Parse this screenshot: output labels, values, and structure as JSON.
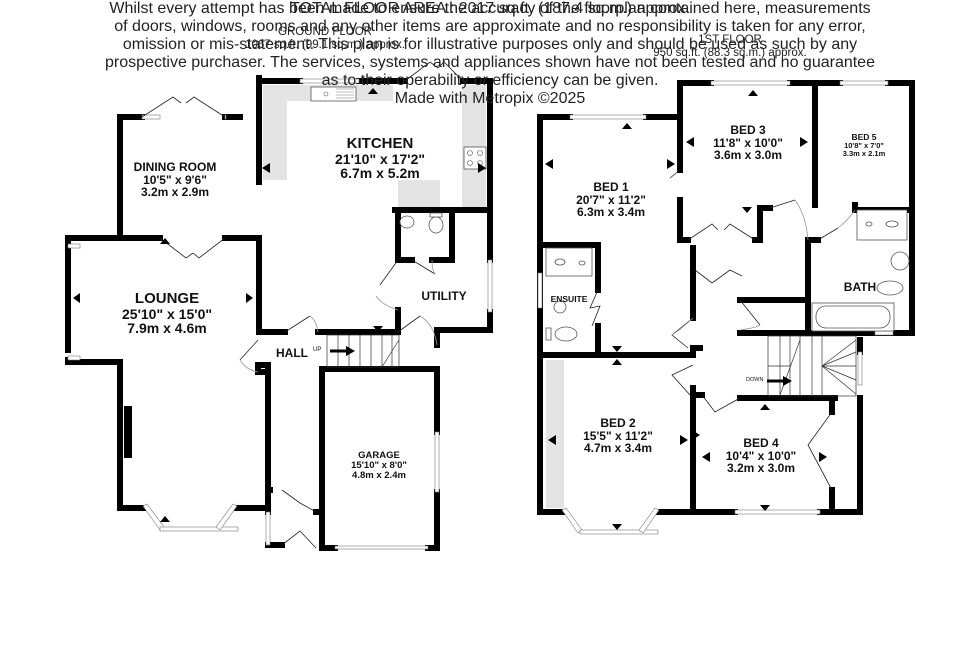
{
  "ground_floor": {
    "title": "GROUND FLOOR",
    "area": "1067 sq.ft. (99.1 sq.m.) approx.",
    "rooms": [
      {
        "name": "DINING ROOM",
        "imperial": "10'5\"  x 9'6\"",
        "metric": "3.2m  x 2.9m"
      },
      {
        "name": "KITCHEN",
        "imperial": "21'10\"  x 17'2\"",
        "metric": "6.7m  x 5.2m"
      },
      {
        "name": "LOUNGE",
        "imperial": "25'10\"  x 15'0\"",
        "metric": "7.9m  x 4.6m"
      },
      {
        "name": "UTILITY"
      },
      {
        "name": "HALL",
        "stair_note": "UP"
      },
      {
        "name": "GARAGE",
        "imperial": "15'10\"  x 8'0\"",
        "metric": "4.8m  x 2.4m"
      }
    ]
  },
  "first_floor": {
    "title": "1ST FLOOR",
    "area": "950 sq.ft. (88.3 sq.m.) approx.",
    "rooms": [
      {
        "name": "BED 1",
        "imperial": "20'7\"  x 11'2\"",
        "metric": "6.3m  x 3.4m"
      },
      {
        "name": "BED 3",
        "imperial": "11'8\"  x 10'0\"",
        "metric": "3.6m  x 3.0m"
      },
      {
        "name": "BED 5",
        "imperial": "10'8\"  x 7'0\"",
        "metric": "3.3m  x 2.1m"
      },
      {
        "name": "ENSUITE"
      },
      {
        "name": "BATH"
      },
      {
        "name": "BED 2",
        "imperial": "15'5\"  x 11'2\"",
        "metric": "4.7m  x 3.4m"
      },
      {
        "name": "BED 4",
        "imperial": "10'4\"  x 10'0\"",
        "metric": "3.2m  x 3.0m"
      }
    ],
    "stair_note": "DOWN"
  },
  "footer": {
    "total": "TOTAL FLOOR AREA : 2017 sq.ft. (187.4 sq.m.) approx.",
    "disclaimer_lines": [
      "Whilst every attempt has been made to ensure the accuracy of the floorplan contained here, measurements",
      "of doors, windows, rooms and any other items are approximate and no responsibility is taken for any error,",
      "omission or mis-statement. This plan is for illustrative purposes only and should be used as such by any",
      "prospective purchaser. The services, systems and appliances shown have not been tested and no guarantee",
      "as to their operability or efficiency can be given."
    ],
    "credit": "Made with Metropix ©2025"
  },
  "colors": {
    "wall": "#000000",
    "fitted_units": "#e3e3e3",
    "background": "#ffffff"
  }
}
